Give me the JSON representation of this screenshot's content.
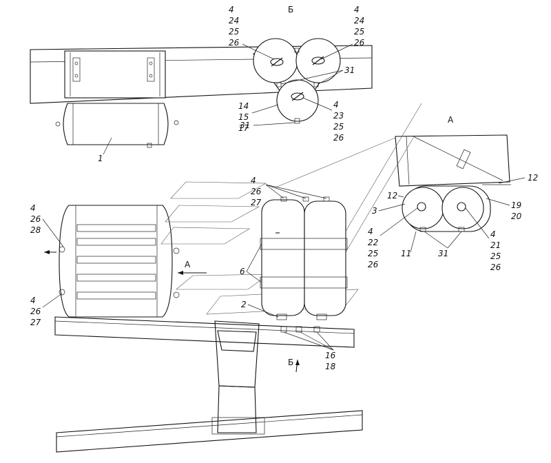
{
  "views": {
    "view_b_label": "Б",
    "view_a_label": "А",
    "arrow_a_label": "А",
    "arrow_b_label": "Б"
  },
  "callouts": {
    "b_left": [
      "4",
      "24",
      "25",
      "26"
    ],
    "b_right": [
      "4",
      "24",
      "25",
      "26"
    ],
    "b_31_right": "31",
    "b_lower_left": [
      "14",
      "15",
      "17"
    ],
    "b_lower_right": [
      "4",
      "23",
      "25",
      "26"
    ],
    "b_31_bottom": "31",
    "top_left_part": "1",
    "side_top": [
      "4",
      "26",
      "28"
    ],
    "side_bottom": [
      "4",
      "26",
      "27"
    ],
    "center_top": [
      "4",
      "26",
      "27"
    ],
    "center_6": "6",
    "center_2": "2",
    "center_bottom": [
      "16",
      "18"
    ],
    "a_12_left": "12",
    "a_3": "3",
    "a_left": [
      "4",
      "22",
      "25",
      "26"
    ],
    "a_11": "11",
    "a_31": "31",
    "a_12_right": "12",
    "a_19_20": [
      "19",
      "20"
    ],
    "a_right": [
      "4",
      "21",
      "25",
      "26"
    ]
  }
}
